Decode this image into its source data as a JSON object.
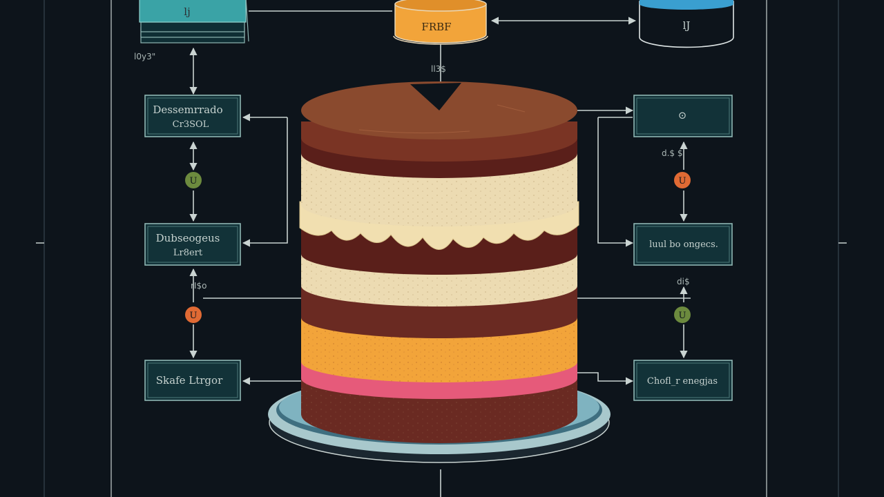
{
  "diagram": {
    "top": {
      "stack_label": "lj",
      "stack_caption": "l0y3\"",
      "center_label": "FRBF",
      "center_caption": "ll3$",
      "right_label": "lJ"
    },
    "left_nodes": [
      {
        "line1": "Dessemrrado",
        "line2": "Cr3SOL"
      },
      {
        "line1": "Dubseogeus",
        "line2": "Lr8ert"
      },
      {
        "line1": "Skafe Ltrgor",
        "line2": ""
      }
    ],
    "right_nodes": [
      {
        "line1": "⊙",
        "line2": ""
      },
      {
        "line1": "luul bo ongecs.",
        "line2": ""
      },
      {
        "line1": "Chofl_r enegjas",
        "line2": ""
      }
    ],
    "left_annotation": "rI$o",
    "right_annotation_1": "d.$ $",
    "right_annotation_2": "di$",
    "left_markers": [
      {
        "glyph": "U",
        "color": "#6c8a3e"
      },
      {
        "glyph": "U",
        "color": "#e06a34"
      }
    ],
    "right_markers": [
      {
        "glyph": "U",
        "color": "#e06a34"
      },
      {
        "glyph": "U",
        "color": "#6c8a3e"
      }
    ],
    "colors": {
      "background": "#0d141b",
      "line": "#c9d3d1",
      "box_fill": "#123238",
      "box_stroke": "#8fb7b4",
      "teal": "#3aa3a6",
      "orange": "#f2a43a",
      "blue": "#3a9fd0",
      "chocolate": "#8a4a2e",
      "cream": "#ecdbb2",
      "berry": "#6a2a22",
      "pink": "#e65a7a",
      "plate": "#a8c8cc"
    }
  }
}
